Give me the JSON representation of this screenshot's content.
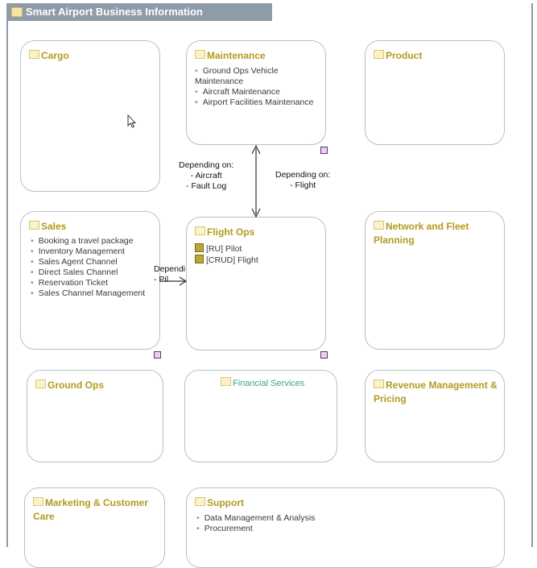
{
  "title": "Smart Airport Business Information",
  "boxes": {
    "cargo": {
      "title": "Cargo"
    },
    "maintenance": {
      "title": "Maintenance",
      "items": [
        "Ground Ops Vehicle Maintenance",
        "Aircraft Maintenance",
        "Airport Facilities Maintenance"
      ]
    },
    "product": {
      "title": "Product"
    },
    "sales": {
      "title": "Sales",
      "items": [
        "Booking a travel package",
        "Inventory Management",
        "Sales Agent Channel",
        "Direct Sales Channel",
        "Reservation Ticket",
        "Sales Channel Management"
      ]
    },
    "flight_ops": {
      "title": "Flight Ops",
      "refs": [
        "[RU] Pilot",
        "[CRUD] Flight"
      ]
    },
    "network": {
      "title": "Network and Fleet Planning"
    },
    "ground_ops": {
      "title": "Ground Ops"
    },
    "financial": {
      "title": "Financial Services"
    },
    "revenue": {
      "title": "Revenue Management & Pricing"
    },
    "marketing": {
      "title": "Marketing & Customer Care"
    },
    "support": {
      "title": "Support",
      "items": [
        "Data Management & Analysis",
        "Procurement"
      ]
    }
  },
  "connectors": {
    "maint_to_flight_left": "Depending on:\n- Aircraft\n- Fault Log",
    "maint_to_flight_right": "Depending on:\n- Flight",
    "sales_to_flight": "Dependi\n- Pil"
  }
}
